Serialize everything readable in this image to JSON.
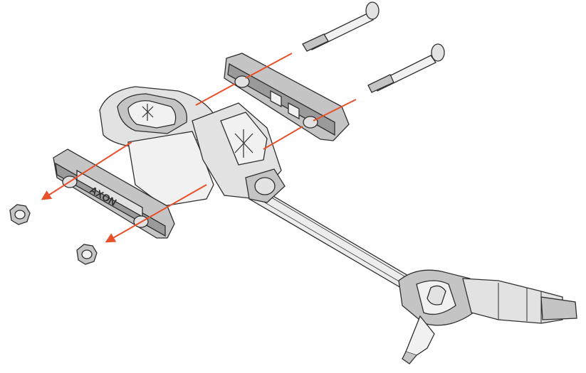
{
  "diagram": {
    "logo_text": "AXON",
    "colors": {
      "background": "#ffffff",
      "line": "#2f2f2f",
      "part_dark": "#9a9a9a",
      "part_mid": "#c4c4c4",
      "part_light": "#e2e2e2",
      "part_white": "#f1f1f1",
      "arrow": "#e8502a"
    },
    "parts": [
      "bolt-long",
      "bolt-short",
      "clamp-plate-rear",
      "clamp-plate-front",
      "center-block",
      "saddle-mount",
      "axle-rod",
      "knuckle-assembly",
      "nut-left",
      "nut-right"
    ],
    "arrows": [
      "assembly-arrow"
    ]
  }
}
